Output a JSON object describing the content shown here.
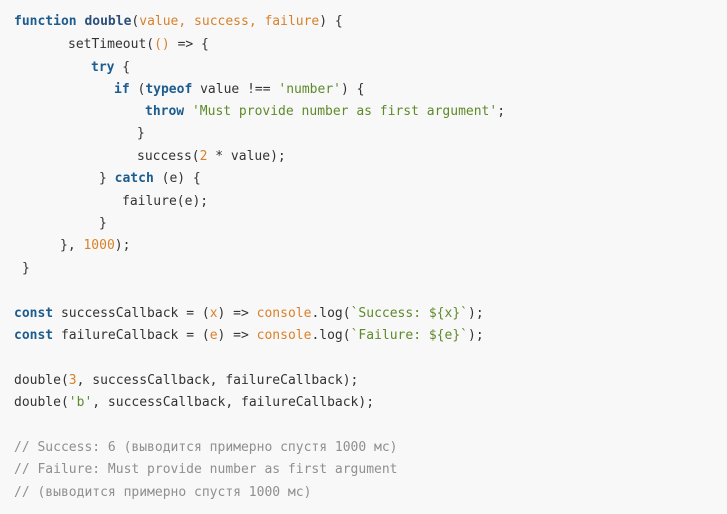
{
  "code": {
    "lines": [
      {
        "tokens": [
          {
            "t": "kw",
            "v": "function"
          },
          {
            "t": "plain",
            "v": " "
          },
          {
            "t": "fn",
            "v": "double"
          },
          {
            "t": "plain",
            "v": "("
          },
          {
            "t": "param",
            "v": "value, success, failure"
          },
          {
            "t": "plain",
            "v": ") {"
          }
        ]
      },
      {
        "tokens": [
          {
            "t": "plain",
            "v": "setTimeout("
          },
          {
            "t": "param",
            "v": "()"
          },
          {
            "t": "plain",
            "v": " => {"
          }
        ]
      },
      {
        "tokens": [
          {
            "t": "kw",
            "v": "try"
          },
          {
            "t": "plain",
            "v": " {"
          }
        ]
      },
      {
        "tokens": [
          {
            "t": "kw",
            "v": "if"
          },
          {
            "t": "plain",
            "v": " ("
          },
          {
            "t": "kw",
            "v": "typeof"
          },
          {
            "t": "plain",
            "v": " value !== "
          },
          {
            "t": "str",
            "v": "'number'"
          },
          {
            "t": "plain",
            "v": ") {"
          }
        ]
      },
      {
        "tokens": [
          {
            "t": "kw",
            "v": "throw"
          },
          {
            "t": "plain",
            "v": " "
          },
          {
            "t": "str",
            "v": "'Must provide number as first argument'"
          },
          {
            "t": "plain",
            "v": ";"
          }
        ]
      },
      {
        "tokens": [
          {
            "t": "plain",
            "v": "}"
          }
        ]
      },
      {
        "tokens": [
          {
            "t": "plain",
            "v": "success("
          },
          {
            "t": "num",
            "v": "2"
          },
          {
            "t": "plain",
            "v": " * value);"
          }
        ]
      },
      {
        "tokens": [
          {
            "t": "plain",
            "v": "} "
          },
          {
            "t": "kw",
            "v": "catch"
          },
          {
            "t": "plain",
            "v": " (e) {"
          }
        ]
      },
      {
        "tokens": [
          {
            "t": "plain",
            "v": "failure(e);"
          }
        ]
      },
      {
        "tokens": [
          {
            "t": "plain",
            "v": "}"
          }
        ]
      },
      {
        "tokens": [
          {
            "t": "plain",
            "v": "}, "
          },
          {
            "t": "num",
            "v": "1000"
          },
          {
            "t": "plain",
            "v": ");"
          }
        ]
      },
      {
        "tokens": [
          {
            "t": "plain",
            "v": "}"
          }
        ]
      },
      {
        "tokens": [
          {
            "t": "kw",
            "v": "const"
          },
          {
            "t": "plain",
            "v": " successCallback = ("
          },
          {
            "t": "param",
            "v": "x"
          },
          {
            "t": "plain",
            "v": ") => "
          },
          {
            "t": "call",
            "v": "console"
          },
          {
            "t": "plain",
            "v": ".log("
          },
          {
            "t": "str",
            "v": "`Success: ${x}`"
          },
          {
            "t": "plain",
            "v": ");"
          }
        ]
      },
      {
        "tokens": [
          {
            "t": "kw",
            "v": "const"
          },
          {
            "t": "plain",
            "v": " failureCallback = ("
          },
          {
            "t": "param",
            "v": "e"
          },
          {
            "t": "plain",
            "v": ") => "
          },
          {
            "t": "call",
            "v": "console"
          },
          {
            "t": "plain",
            "v": ".log("
          },
          {
            "t": "str",
            "v": "`Failure: ${e}`"
          },
          {
            "t": "plain",
            "v": ");"
          }
        ]
      },
      {
        "tokens": [
          {
            "t": "plain",
            "v": "double("
          },
          {
            "t": "num",
            "v": "3"
          },
          {
            "t": "plain",
            "v": ", successCallback, failureCallback);"
          }
        ]
      },
      {
        "tokens": [
          {
            "t": "plain",
            "v": "double("
          },
          {
            "t": "str",
            "v": "'b'"
          },
          {
            "t": "plain",
            "v": ", successCallback, failureCallback);"
          }
        ]
      },
      {
        "tokens": [
          {
            "t": "comment",
            "v": "// Success: 6 (выводится примерно спустя 1000 мс)"
          }
        ]
      },
      {
        "tokens": [
          {
            "t": "comment",
            "v": "// Failure: Must provide number as first argument"
          }
        ]
      },
      {
        "tokens": [
          {
            "t": "comment",
            "v": "// (выводится примерно спустя 1000 мс)"
          }
        ]
      }
    ]
  }
}
